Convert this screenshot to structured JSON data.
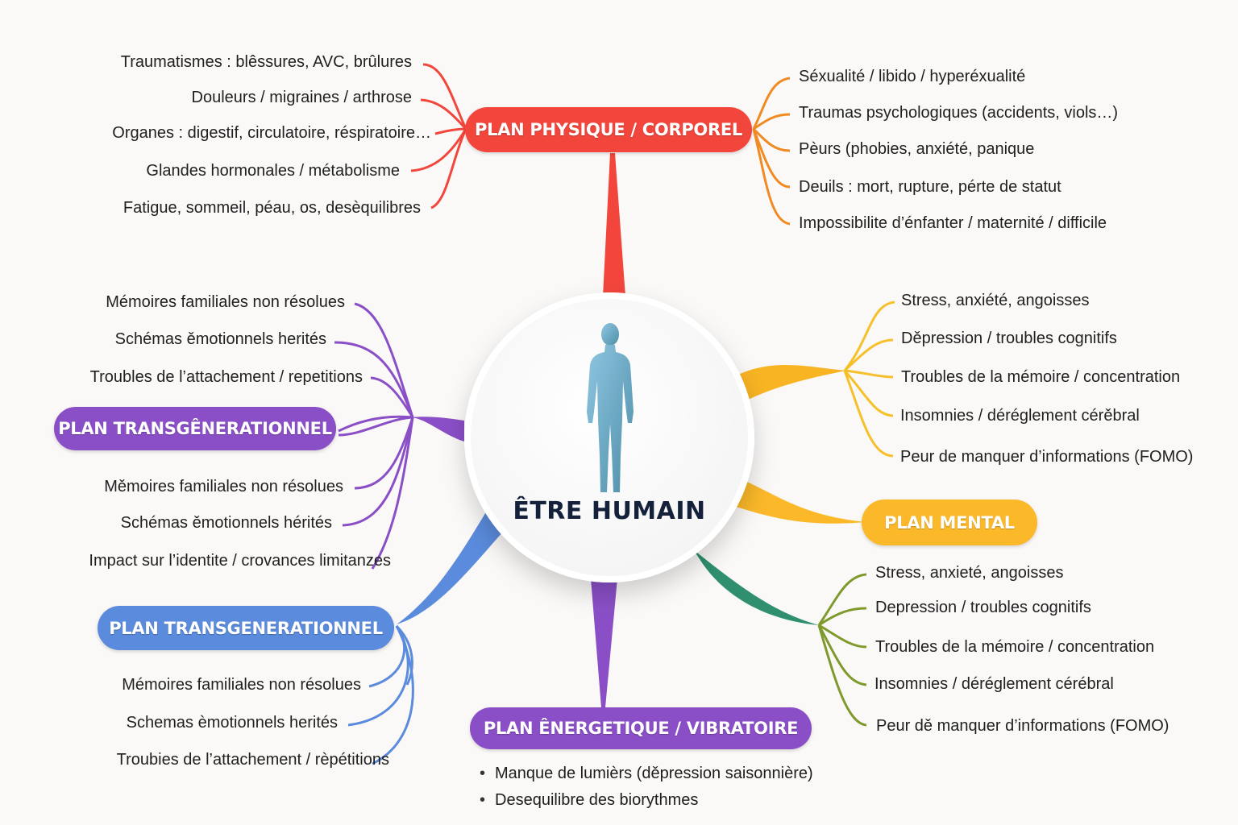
{
  "center": {
    "title": "ÊTRE HUMAIN",
    "icon": "human-body-icon"
  },
  "colors": {
    "physique": "#f2463c",
    "emotionnel": "#f08a22",
    "mental_upper": "#f5c02a",
    "mental": "#fbb92a",
    "transgen_purple": "#8a4fc6",
    "transgen_blue": "#5b8bdc",
    "energetique": "#8a4fc6",
    "green": "#2f8f6f",
    "olive": "#7f9a2c"
  },
  "branches": {
    "physique": {
      "label": "PLAN PHYSIQUE / CORPOREL",
      "left_items": [
        "Traumatismes : blêssures, AVC, brûlures",
        "Douleurs / migraines / arthrose",
        "Organes  : digestif, circulatoire, réspiratoire…",
        "Glandes hormonales / métabolisme",
        "Fatigue, sommeil, péau, os, desèquilibres"
      ],
      "right_items": [
        "Séxualité / libido / hyperéxualité",
        "Traumas psychologiques (accidents, viols…)",
        "Pèurs (phobies, anxiété, panique",
        "Deuils : mort, rupture, pérte de statut",
        "Impossibilite d’énfanter / maternité / difficile"
      ]
    },
    "transgen_purple": {
      "label": "PLAN TRANSGÊNERATIONNEL",
      "items_above": [
        "Mémoires familiales non résolues",
        "Schémas ěmotionnels herités",
        "Troubles de l’attachement / repetitions"
      ],
      "items_below": [
        "Měmoires familiales non  résolues",
        "Schémas ěmotionnels hérités",
        "Impact sur l’identite / crovances limitanzes"
      ]
    },
    "mental_upper": {
      "items": [
        "Stress, anxiété, angoisses",
        "Děpression / troubles cognitifs",
        "Troubles de la mémoire / concentration",
        "Insomnies / déréglement cérěbral",
        "Peur de manquer d’informations (FOMO)"
      ]
    },
    "mental": {
      "label": "PLAN MENTAL"
    },
    "green": {
      "items": [
        "Stress, anxieté, angoisses",
        "Depression  / troubles cognitifs",
        "Troubles de la mémoire / concentration",
        "Insomnies / déréglement cérébral",
        "Peur dě manquer d’informations (FOMO)"
      ]
    },
    "transgen_blue": {
      "label": "PLAN TRANSGENERATIONNEL",
      "items": [
        "Mémoires familiales non résolues",
        "Schemas èmotionnels herités",
        "Troubies de l’attachement / rèpétitions"
      ]
    },
    "energetique": {
      "label": "PLAN ÊNERGETIQUE / VIBRATOIRE",
      "bullets": [
        "Manque de lumièrs (děpression saisonnière)",
        "Desequilibre des biorythmes"
      ]
    }
  }
}
